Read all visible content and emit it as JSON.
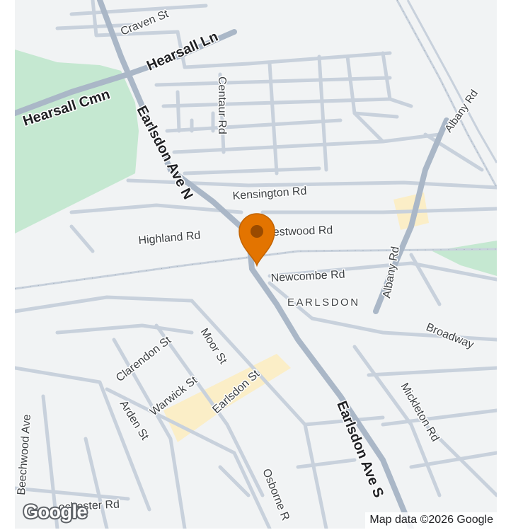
{
  "map": {
    "colors": {
      "land": "#f1f3f4",
      "park": "#c5e8d1",
      "road": "#c8d1dc",
      "road_major": "#aab7c7",
      "commercial": "#fbeec7",
      "pin": "#e37400",
      "pin_dot": "#9a4b00"
    },
    "marker": {
      "icon": "map-pin-icon"
    },
    "labels": {
      "craven_st": "Craven St",
      "hearsall_ln": "Hearsall Ln",
      "hearsall_cmn": "Hearsall Cmn",
      "centaur_rd": "Centaur Rd",
      "albany_rd_top": "Albany Rd",
      "earlsdon_ave_n": "Earlsdon Ave N",
      "kensington_rd": "Kensington Rd",
      "highland_rd": "Highland Rd",
      "westwood_rd": "estwood Rd",
      "albany_rd": "Albany Rd",
      "newcombe_rd": "Newcombe Rd",
      "earlsdon": "EARLSDON",
      "broadway": "Broadway",
      "clarendon_st": "Clarendon St",
      "moor_st": "Moor St",
      "warwick_st": "Warwick St",
      "earlsdon_st": "Earlsdon St",
      "arden_st": "Arden St",
      "mickleton_rd": "Mickleton Rd",
      "earlsdon_ave_s": "Earlsdon Ave S",
      "beechwood_ave": "Beechwood Ave",
      "rochester_rd": "ochester Rd",
      "osborne_rd": "Osborne R"
    },
    "attribution": "Map data ©2026 Google",
    "logo": "Google"
  }
}
